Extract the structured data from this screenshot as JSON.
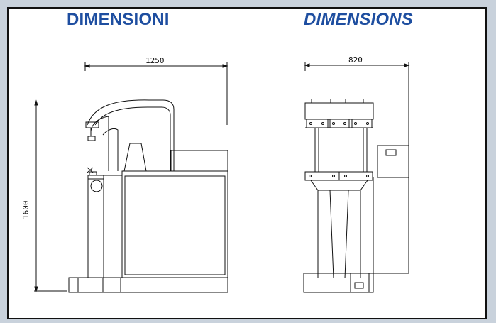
{
  "titles": {
    "it": "DIMENSIONI",
    "en": "DIMENSIONS"
  },
  "dimensions": {
    "front_width": "1250",
    "height": "1600",
    "side_width": "820"
  },
  "colors": {
    "background": "#c9d2dc",
    "title": "#1e4ea0",
    "line": "#111111"
  }
}
